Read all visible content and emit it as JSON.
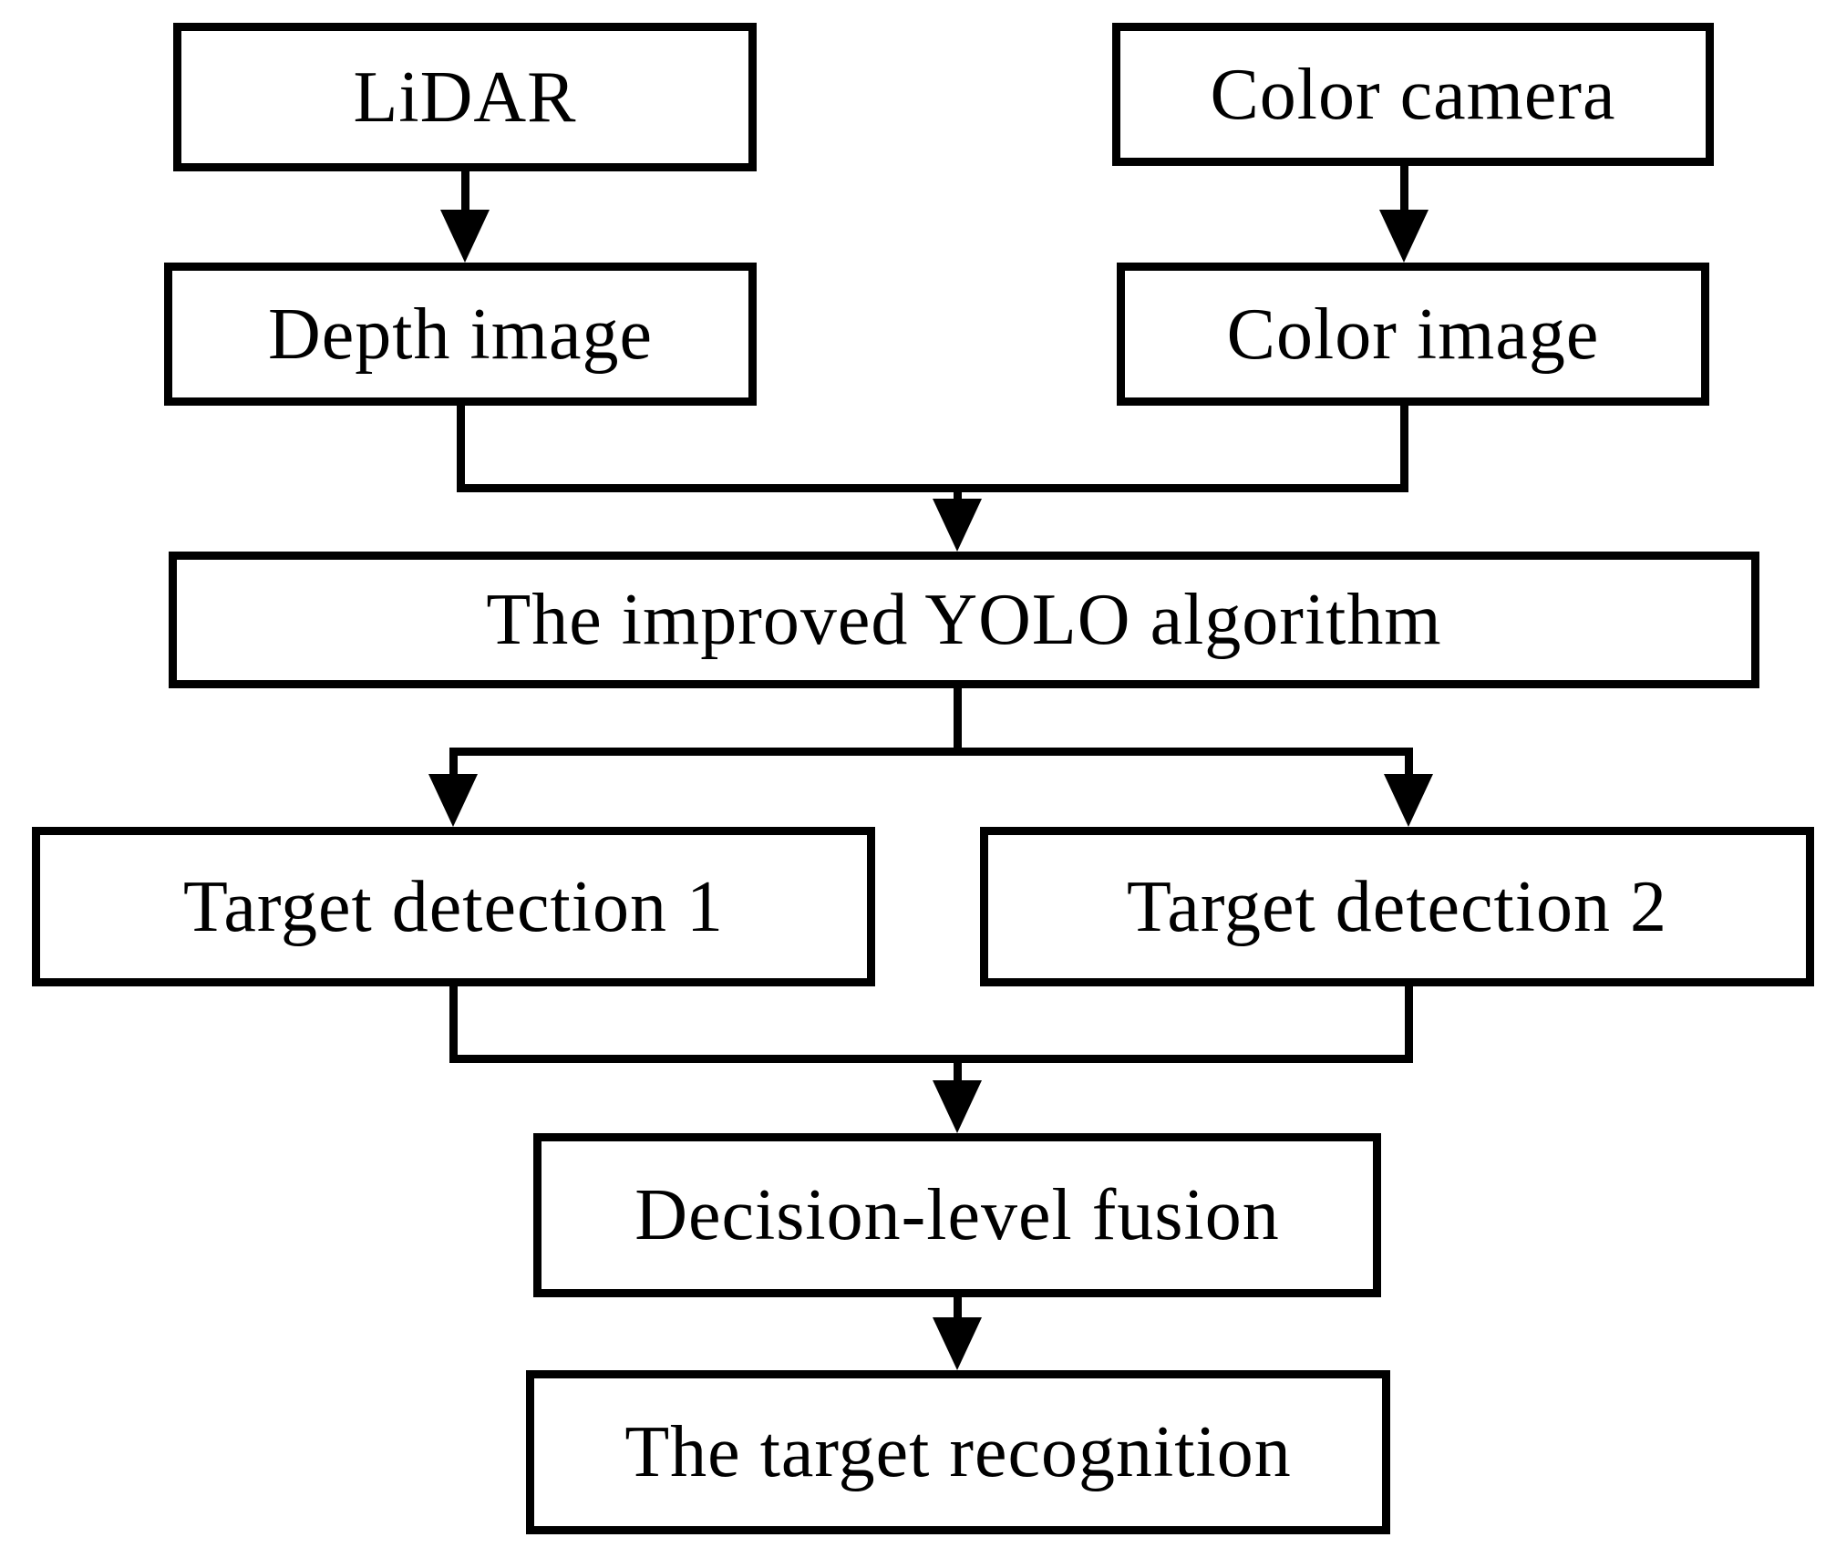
{
  "palette": {
    "line_color": "#000000",
    "box_fill": "#ffffff",
    "background": "#ffffff"
  },
  "nodes": {
    "lidar": {
      "label": "LiDAR"
    },
    "color_camera": {
      "label": "Color camera"
    },
    "depth_image": {
      "label": "Depth image"
    },
    "color_image": {
      "label": "Color image"
    },
    "yolo": {
      "label": "The improved YOLO algorithm"
    },
    "target_detection_1": {
      "label": "Target detection 1"
    },
    "target_detection_2": {
      "label": "Target detection 2"
    },
    "decision_fusion": {
      "label": "Decision-level fusion"
    },
    "target_recognition": {
      "label": "The target recognition"
    }
  },
  "edges": [
    {
      "from": "lidar",
      "to": "depth_image"
    },
    {
      "from": "color_camera",
      "to": "color_image"
    },
    {
      "from": "depth_image",
      "to": "yolo"
    },
    {
      "from": "color_image",
      "to": "yolo"
    },
    {
      "from": "yolo",
      "to": "target_detection_1"
    },
    {
      "from": "yolo",
      "to": "target_detection_2"
    },
    {
      "from": "target_detection_1",
      "to": "decision_fusion"
    },
    {
      "from": "target_detection_2",
      "to": "decision_fusion"
    },
    {
      "from": "decision_fusion",
      "to": "target_recognition"
    }
  ]
}
